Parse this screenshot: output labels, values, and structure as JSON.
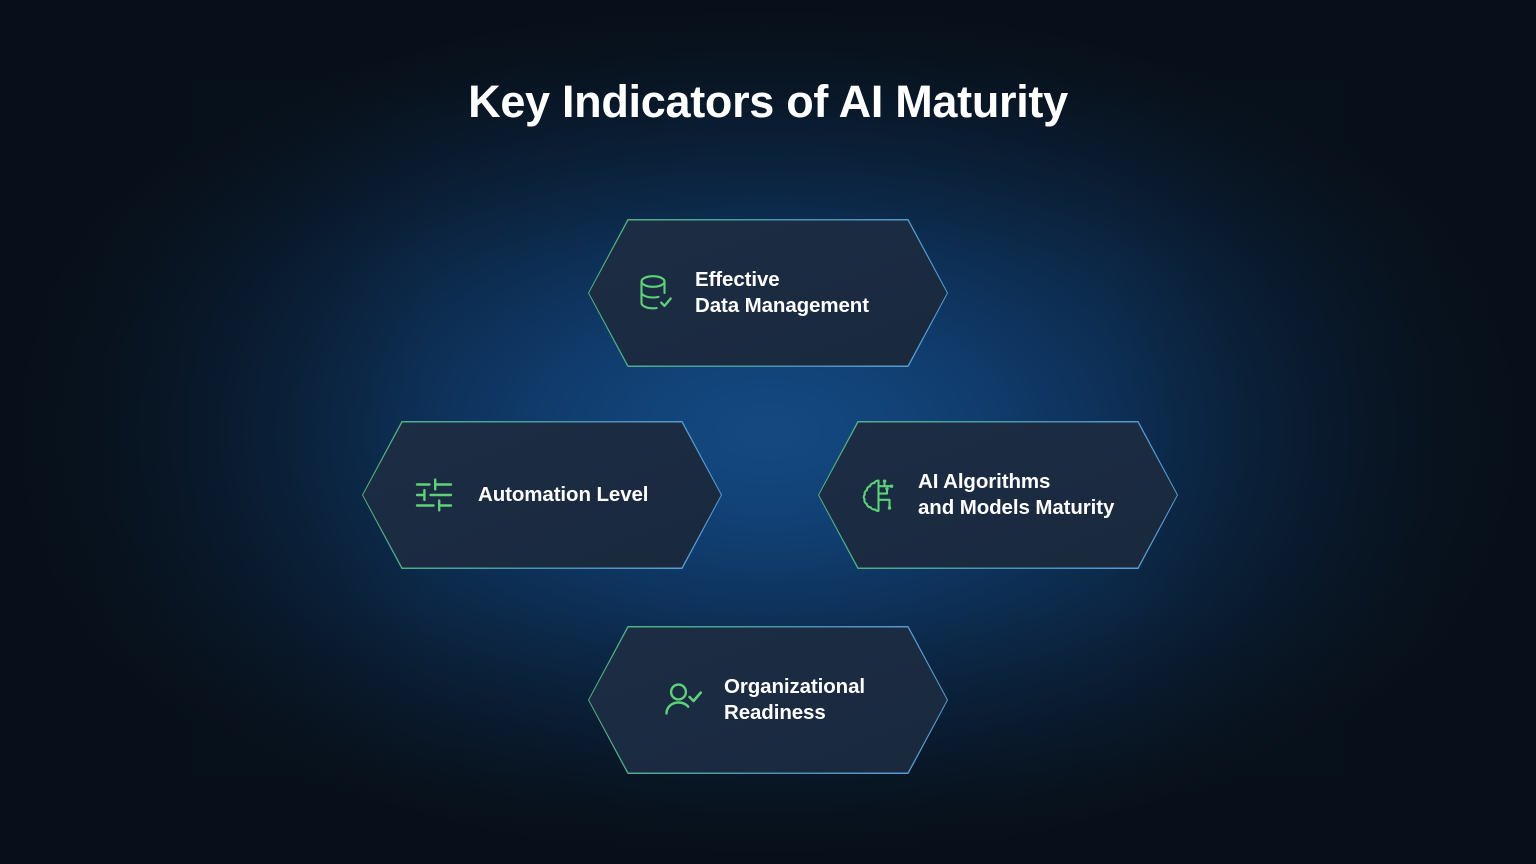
{
  "page": {
    "title": "Key Indicators of AI Maturity",
    "background_center_color": "#14497f",
    "background_edge_color": "#07111b"
  },
  "theme": {
    "card_fill": "#1b2c42",
    "border_start": "#55b87f",
    "border_end": "#5ba2d8",
    "icon_color": "#5fd17a",
    "text_color": "#ffffff"
  },
  "cards": [
    {
      "id": "data-management",
      "icon": "database-check-icon",
      "label": "Effective\nData Management"
    },
    {
      "id": "automation-level",
      "icon": "sliders-icon",
      "label": "Automation Level"
    },
    {
      "id": "ai-algorithms",
      "icon": "brain-circuit-icon",
      "label": "AI Algorithms\nand Models Maturity"
    },
    {
      "id": "org-readiness",
      "icon": "user-check-icon",
      "label": "Organizational\nReadiness"
    }
  ]
}
